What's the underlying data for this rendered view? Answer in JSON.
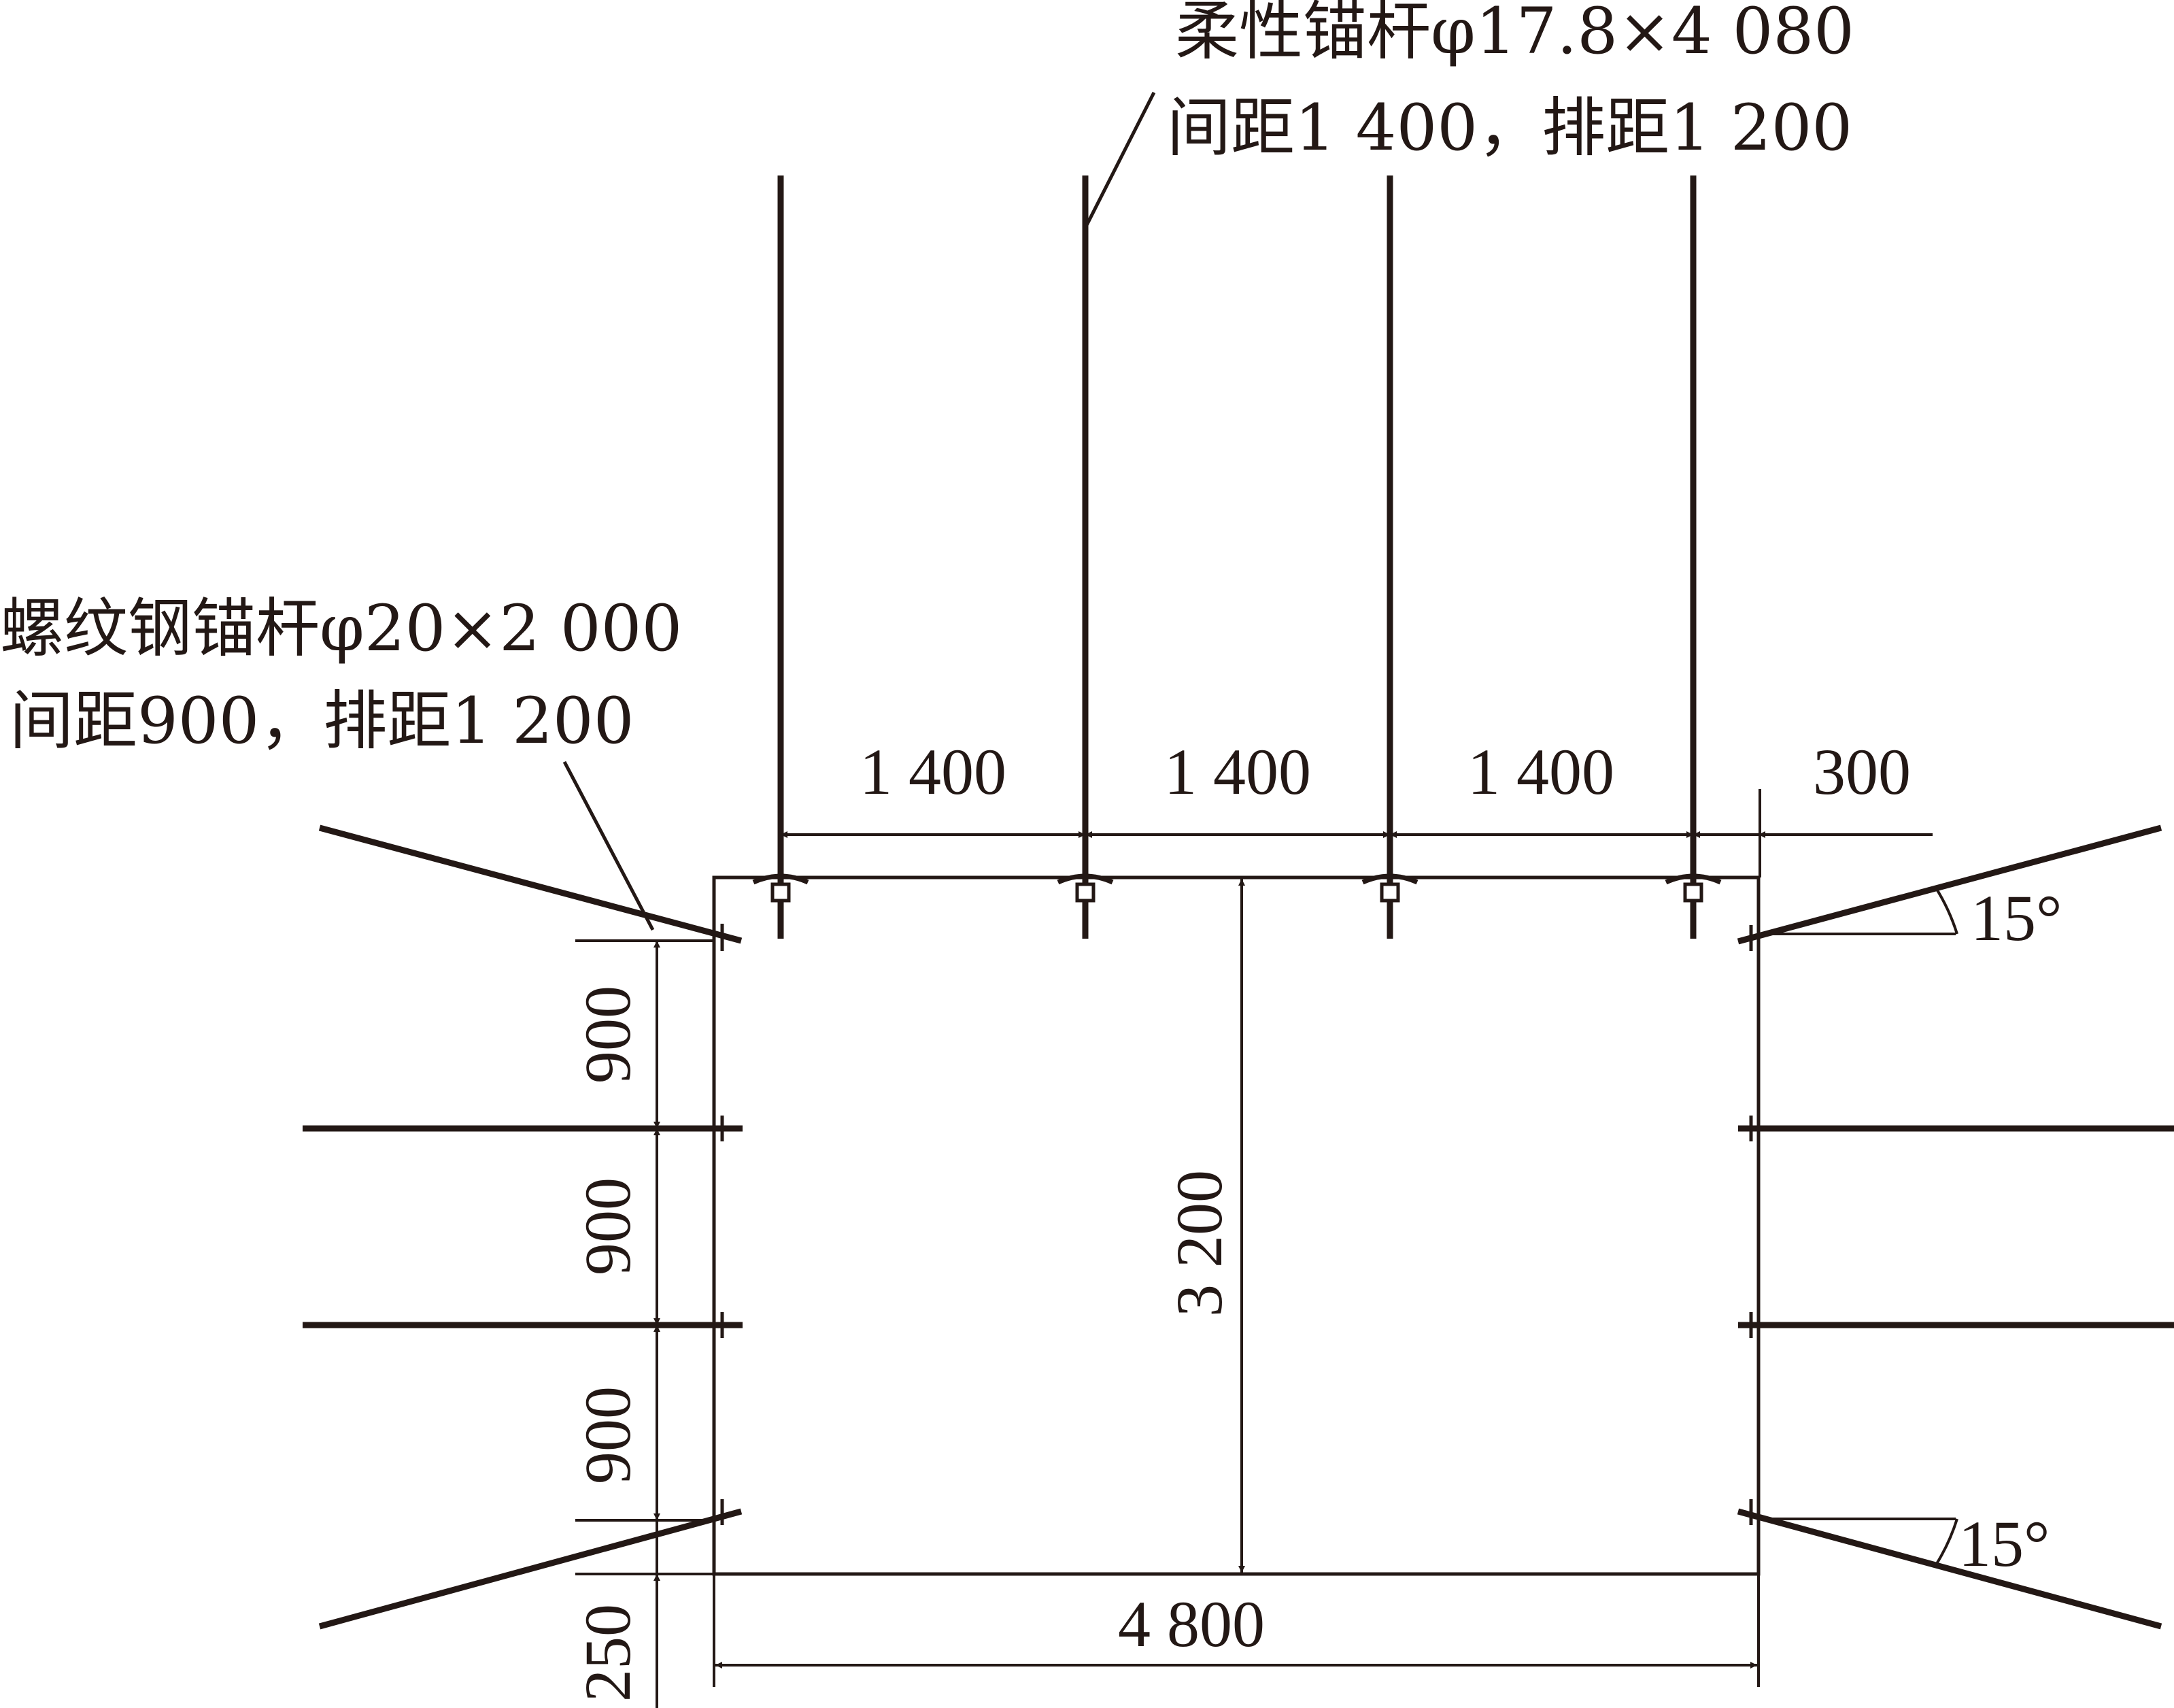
{
  "annotations": {
    "cable_line1": "柔性锚杆φ17.8×4 080",
    "cable_line2": "间距1 400，排距1 200",
    "rebar_line1": "螺纹钢锚杆φ20×2 000",
    "rebar_line2": "间距900，排距1 200"
  },
  "dimensions": {
    "top_spacing_1": "1 400",
    "top_spacing_2": "1 400",
    "top_spacing_3": "1 400",
    "top_edge": "300",
    "left_spacing_1": "900",
    "left_spacing_2": "900",
    "left_spacing_3": "900",
    "left_bottom": "250",
    "height": "3 200",
    "width": "4 800",
    "angle_top": "15°",
    "angle_bottom": "15°"
  },
  "colors": {
    "line": "#231815",
    "background": "#ffffff"
  }
}
